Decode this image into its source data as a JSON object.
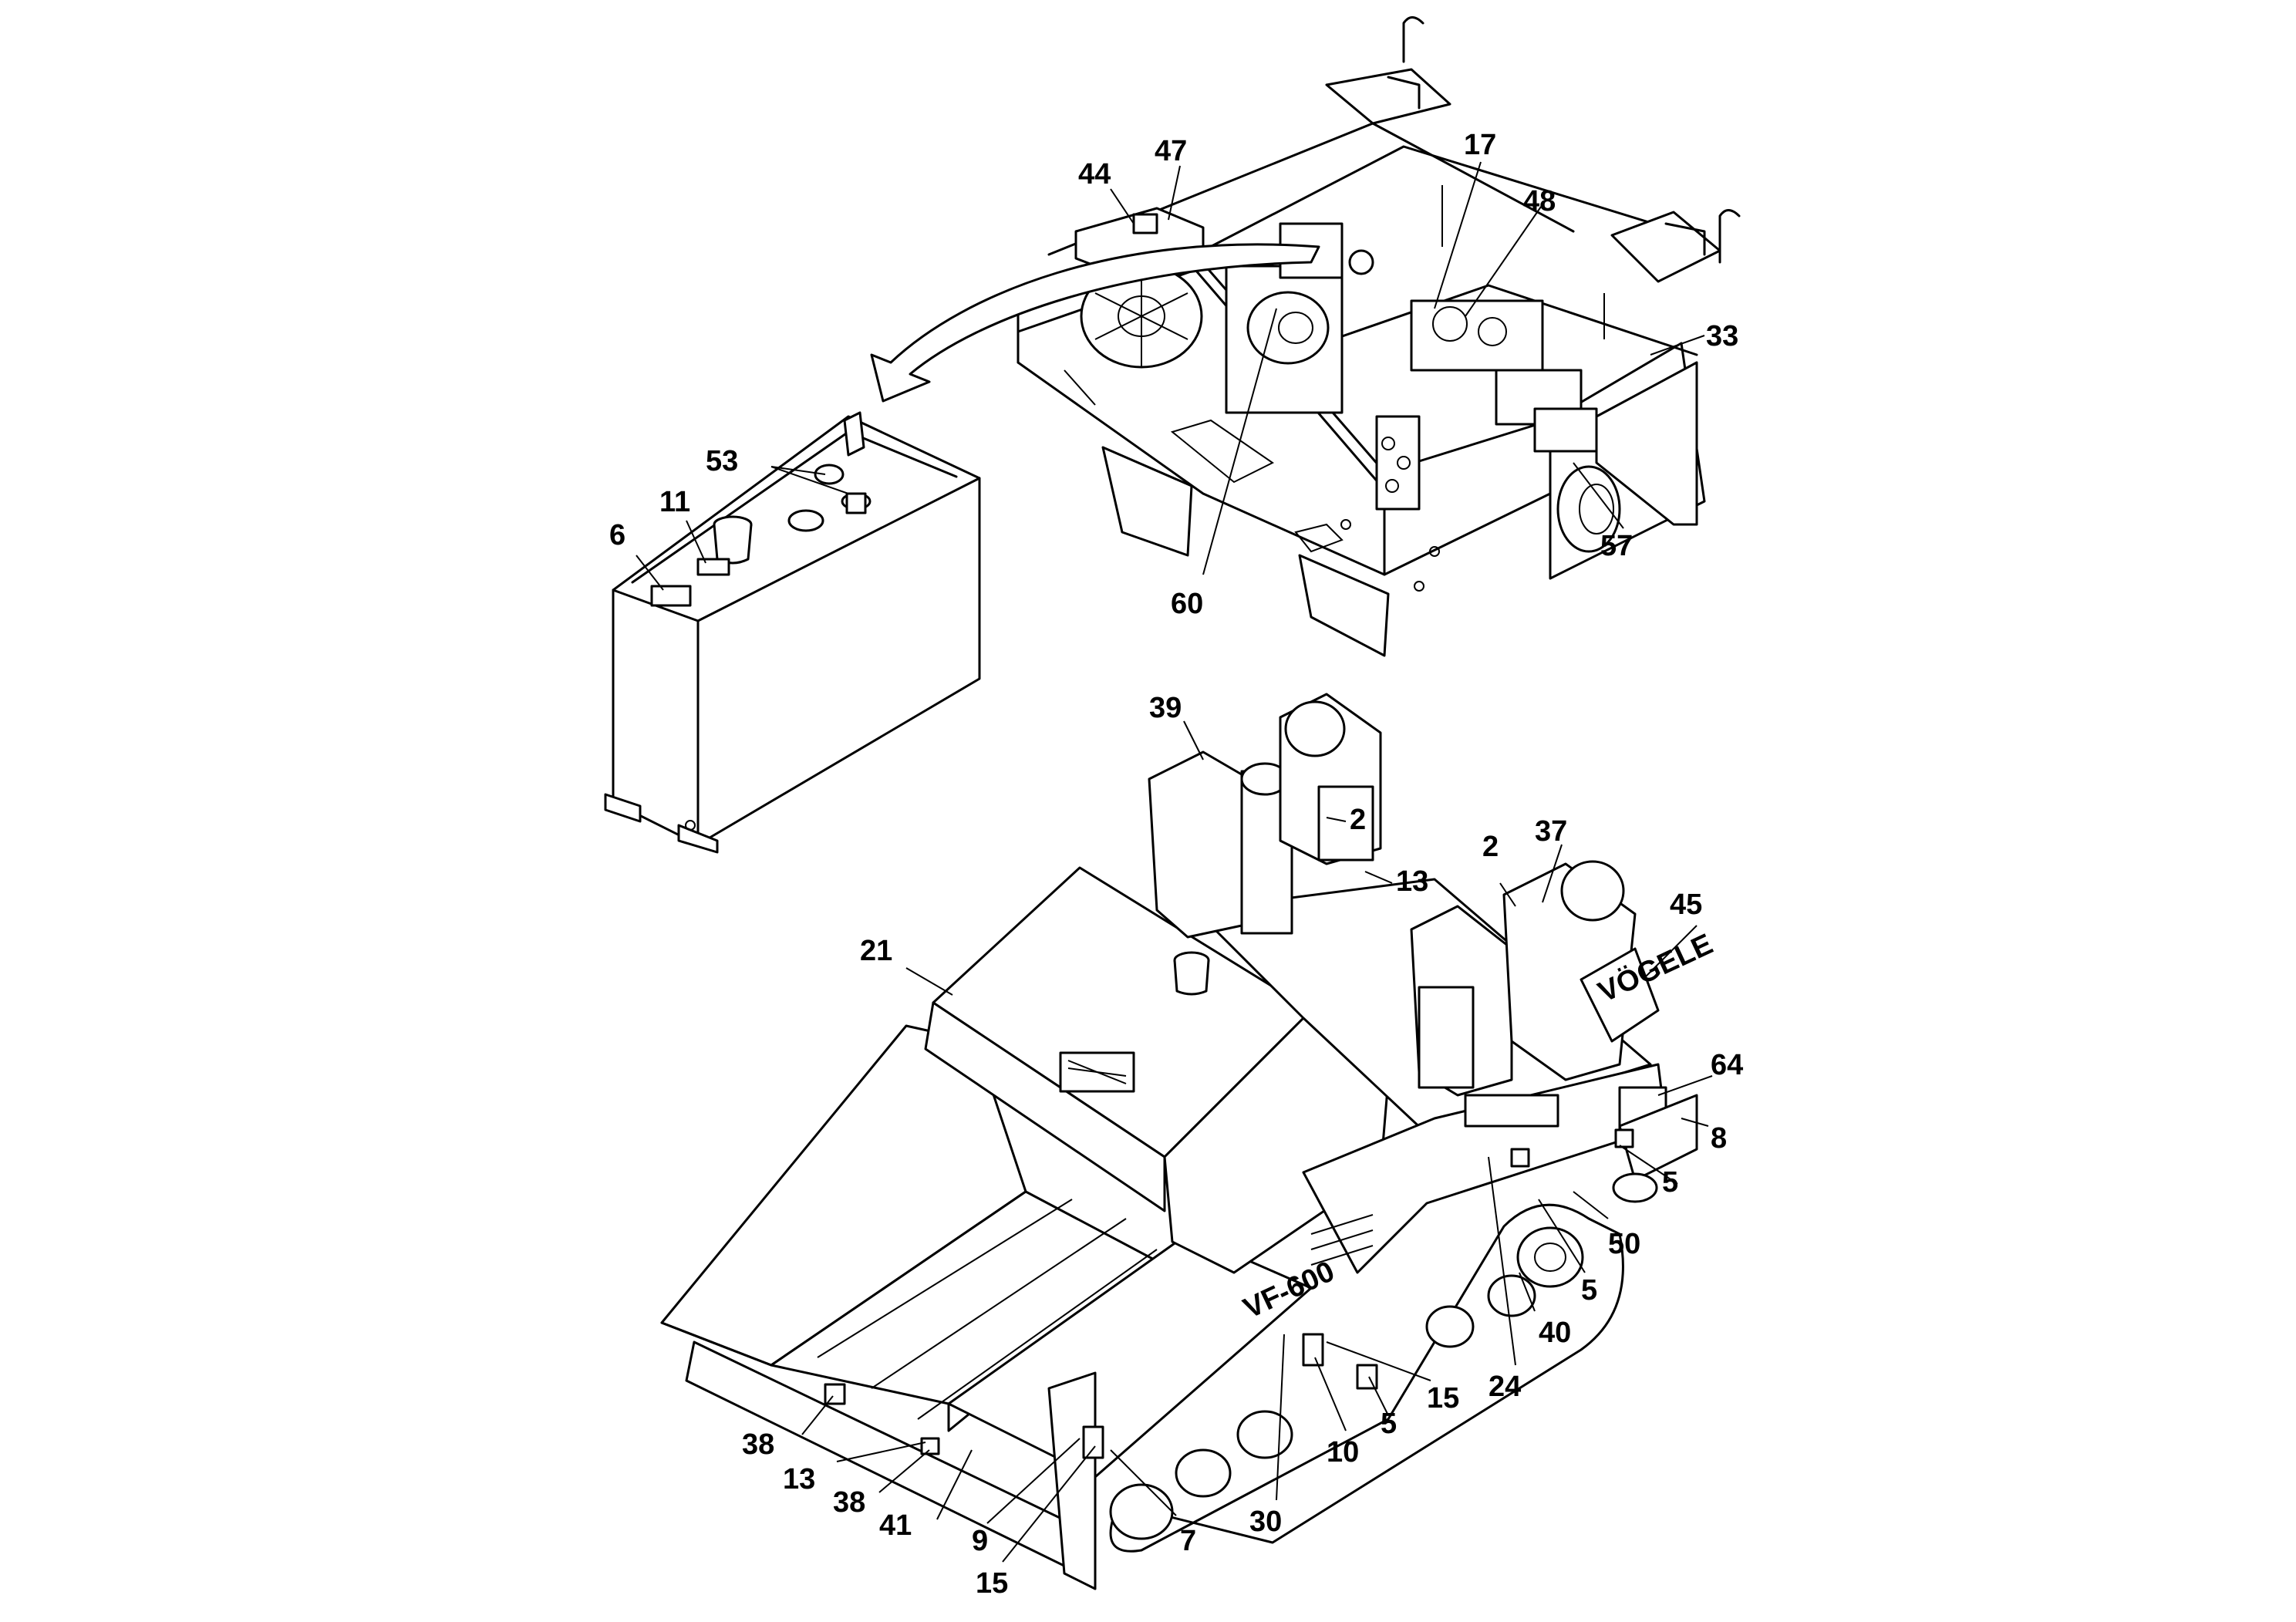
{
  "callouts": [
    {
      "id": "c44",
      "label": "44"
    },
    {
      "id": "c47",
      "label": "47"
    },
    {
      "id": "c17",
      "label": "17"
    },
    {
      "id": "c48",
      "label": "48"
    },
    {
      "id": "c33",
      "label": "33"
    },
    {
      "id": "c57",
      "label": "57"
    },
    {
      "id": "c60",
      "label": "60"
    },
    {
      "id": "c53",
      "label": "53"
    },
    {
      "id": "c11",
      "label": "11"
    },
    {
      "id": "c6",
      "label": "6"
    },
    {
      "id": "c39",
      "label": "39"
    },
    {
      "id": "c2a",
      "label": "2"
    },
    {
      "id": "c13a",
      "label": "13"
    },
    {
      "id": "c2b",
      "label": "2"
    },
    {
      "id": "c37",
      "label": "37"
    },
    {
      "id": "c45",
      "label": "45"
    },
    {
      "id": "c21",
      "label": "21"
    },
    {
      "id": "c64",
      "label": "64"
    },
    {
      "id": "c8",
      "label": "8"
    },
    {
      "id": "c5a",
      "label": "5"
    },
    {
      "id": "c50",
      "label": "50"
    },
    {
      "id": "c5b",
      "label": "5"
    },
    {
      "id": "c40",
      "label": "40"
    },
    {
      "id": "c24",
      "label": "24"
    },
    {
      "id": "c15a",
      "label": "15"
    },
    {
      "id": "c5c",
      "label": "5"
    },
    {
      "id": "c10",
      "label": "10"
    },
    {
      "id": "c30",
      "label": "30"
    },
    {
      "id": "c7",
      "label": "7"
    },
    {
      "id": "c15b",
      "label": "15"
    },
    {
      "id": "c9",
      "label": "9"
    },
    {
      "id": "c41",
      "label": "41"
    },
    {
      "id": "c38a",
      "label": "38"
    },
    {
      "id": "c13b",
      "label": "13"
    },
    {
      "id": "c38b",
      "label": "38"
    }
  ],
  "plate_text": {
    "model_plate": "VF-600",
    "side_logo": "VÖGELE"
  },
  "colors": {
    "line": "#000000",
    "background": "#ffffff"
  }
}
